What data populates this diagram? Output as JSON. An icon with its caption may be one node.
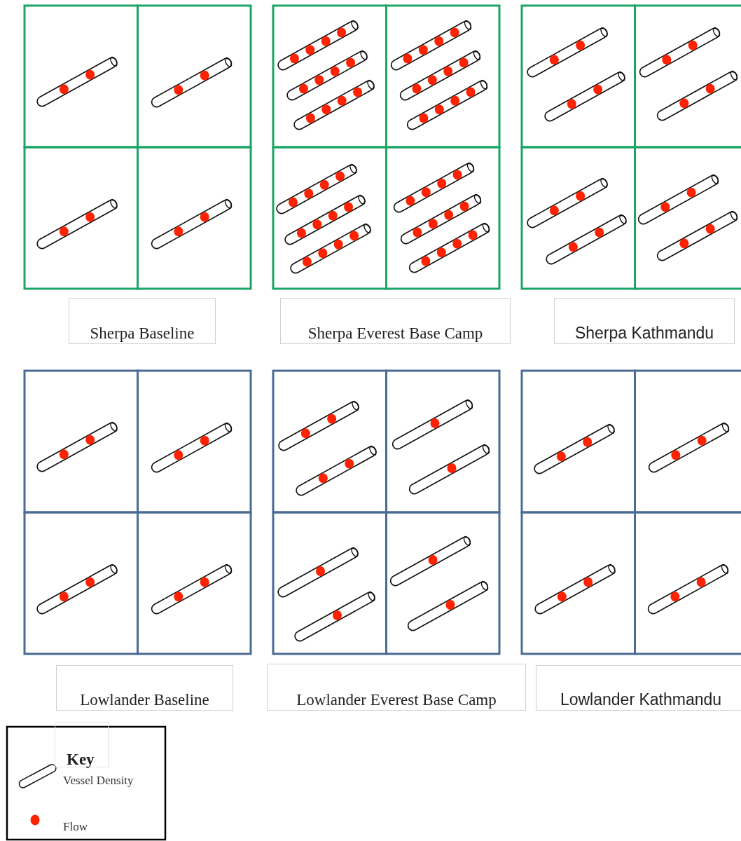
{
  "diagram": {
    "nodes": [
      {
        "text": [
          "Sherpa Baseline"
        ]
      },
      {
        "text": [
          "Sherpa Everest Base Camp"
        ]
      },
      {
        "text": [
          "Sherpa Kathmandu"
        ]
      },
      {
        "text": [
          "Lowlander Baseline"
        ]
      },
      {
        "text": [
          "Lowlander Everest Base Camp"
        ]
      },
      {
        "text": [
          "Lowlander Kathmandu"
        ]
      },
      {
        "text": [
          "Key"
        ]
      }
    ],
    "edges": [],
    "legend": [
      {
        "text": "Vessel Density"
      },
      {
        "text": "Flow"
      }
    ]
  }
}
